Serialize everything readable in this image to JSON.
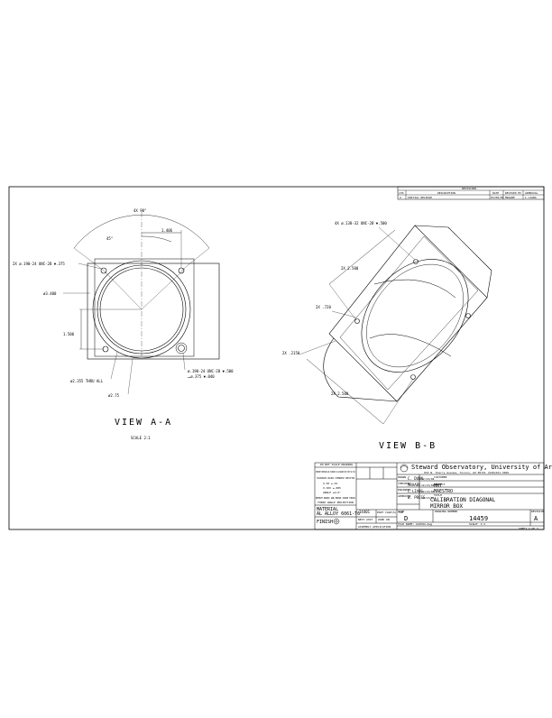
{
  "revisions": {
    "title": "REVISIONS",
    "headers": [
      "LTR",
      "DESCRIPTION",
      "DATE",
      "REVISED BY",
      "APPROVAL"
    ],
    "row": [
      "A",
      "INITIAL RELEASE",
      "03/08/05",
      "MRAABE",
      "L.LIANG"
    ]
  },
  "view_aa": {
    "angle_4x": "4X 90°",
    "angle_45": "45°",
    "dim_1406": "1.406",
    "holes_2x": "2X ø.190-24 UNC-2B ▼.375",
    "dia_3400": "ø3.400",
    "dim_1500": "1.500",
    "thru": "ø2.355 THRU ALL",
    "dia_275": "ø2.75",
    "tap_line1": "ø.190-24 UNC-2B ▼.500",
    "tap_line2": "⌴ø.375 ▼.040",
    "title": "VIEW A-A",
    "scale": "SCALE 2:1"
  },
  "view_bb": {
    "holes_4x": "4X ø.138-32 UNC-2B ▼.500",
    "dim_2x_2500_top": "2X 2.500",
    "dim_2x_720": "2X .720",
    "dim_2x_2150": "2X .2150",
    "dim_2x_2500_bot": "2X 2.500",
    "title": "VIEW B-B"
  },
  "title_block": {
    "observatory": "Steward Observatory, University of Arizona",
    "address": "933 N. Cherry Avenue, Tucson, AZ  85721    (520)621-7689",
    "note1": "DO NOT SCALE DRAWING",
    "note2": "INTERPRET DIMENSIONS AND TOLERANCES IN ACCORDANCE WITH ASME Y14.5M-94",
    "note3": "TOLERANCES UNLESS OTHERWISE SPECIFIED",
    "tol1": "X.XX ±.01",
    "tol2": "X.XXX ±.005",
    "tol3": "ANGLE ±1/2°",
    "note4": "REMOVE BURRS AND BREAK SHARP EDGES",
    "third_angle": "THIRD ANGLE PROJECTION",
    "material_label": "MATERIAL",
    "material": "AL ALLOY 6061-T6",
    "finish_label": "FINISH",
    "next_assy_num": "14401",
    "part_label": "PART CAGE(S) FOR",
    "next_assy_label": "NEXT ASSY",
    "used_on_label": "USED ON",
    "application_label": "ASSEMBLY APPLICATION",
    "drawn_label": "DRAWN",
    "drawn_by": "C. DUNN",
    "drawn_date": "12/13/04",
    "checked_label": "CHECKED",
    "checked_by": "MRAABE",
    "checked_date": "12/13/04",
    "eng_label": "ENGINEER",
    "eng_by": "L.LIANG",
    "eng_date": "12/13/04",
    "approved_label": "APPROVED",
    "approved_by": "W. PRESS",
    "approved_date": "12/13/04",
    "customer_label": "CUSTOMER",
    "customer": "MMT",
    "project_label": "PROJECT",
    "project": "MAESTRO",
    "title_label": "TITLE",
    "title_line1": "CALIBRATION DIAGONAL",
    "title_line2": "MIRROR BOX",
    "size_label": "SIZE",
    "size": "D",
    "dwg_label": "DRAWING NUMBER",
    "dwg_number": "14459",
    "rev_label": "REVISION",
    "rev": "A",
    "sheet": "SHEET 2 OF 3",
    "file_note": "FILE NAME: 14459d.dwg",
    "scale_note": "SCALE: 1:1"
  }
}
